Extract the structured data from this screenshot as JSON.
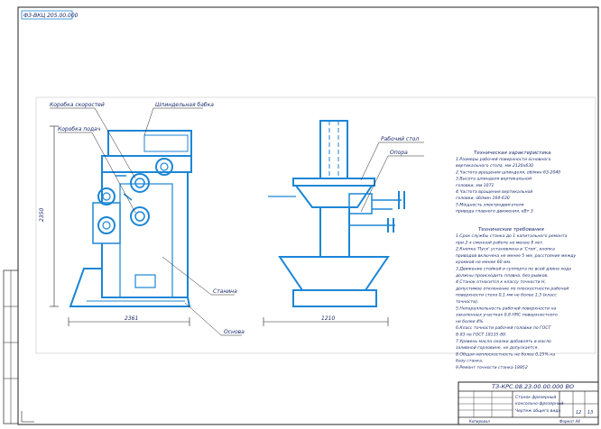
{
  "drawing": {
    "stamp_top_left": "ФЗ-ВКЦ 205.00.000",
    "front_view": {
      "callouts": {
        "speed_box": "Коробка скоростей",
        "feed_box": "Коробка подач",
        "spindle_head": "Шпиндельная бабка",
        "bed": "Станина",
        "base": "Основа"
      },
      "dimensions": {
        "width": "2361",
        "height": "2350"
      }
    },
    "side_view": {
      "callouts": {
        "table": "Рабочий стол",
        "support": "Опора"
      },
      "dimensions": {
        "width": "1210"
      }
    },
    "tech_specs": {
      "title": "Техническая характеристика",
      "lines": [
        "1.Размеры рабочей поверхности основного",
        "вертикального стола, мм                       2120х630",
        "2.Частота вращения шпинделя, об/мин  63-2040",
        "3.Высота шпинделя вертикальной",
        "головки, мм                                            1071",
        "4.Частота вращения вертикальной",
        "головки, об/мин                                    164-630",
        "5.Мощность электродвигателя",
        "привода главного движения, кВт           3"
      ]
    },
    "tech_requirements": {
      "title": "Технические требования",
      "lines": [
        "1.Срок службы станка до 1 капитального ремонта",
        "при 2-х сменной работе не менее 8 лет.",
        "2.Кнопка 'Пуск' установлена в 'Стоп', кнопка",
        "приводов включена не менее 5 мм, расстояние между",
        "кромкой не менее 60 мм.",
        "3.Движение стойкой и суппорта по всей длине хода",
        "должны происходить плавно, без рывков.",
        "4.Станок относится к классу точности Н,",
        "допустимое отклонение по плоскостности рабочей",
        "поверхности стола 0,1 мм не более 1,5 (класс",
        "точности).",
        "5.Непараллельность рабочей поверхности на",
        "закаленных участках 0,8 HRC поверхностного",
        "не более 4%.",
        "6.Класс точности рабочей головки по ГОСТ",
        "8-93 по ГОСТ 18135-89.",
        "7.Уровень масла смазки добавлять в масло",
        "заливной горловине, не допускается.",
        "8.Общая неплоскостность не более 0,25% на",
        "базу станка.",
        "9.Ремонт точности станка 18852"
      ]
    },
    "title_block": {
      "code": "ТЗ-КРС.08.23.00.00.000 ВО",
      "name_line1": "Станок фрезерный",
      "name_line2": "консольно-фрезерный",
      "name_line3": "Чертеж общего вида",
      "sheet": "12",
      "sheets": "13",
      "format": "Формат A4",
      "copied": "Копировал"
    }
  }
}
